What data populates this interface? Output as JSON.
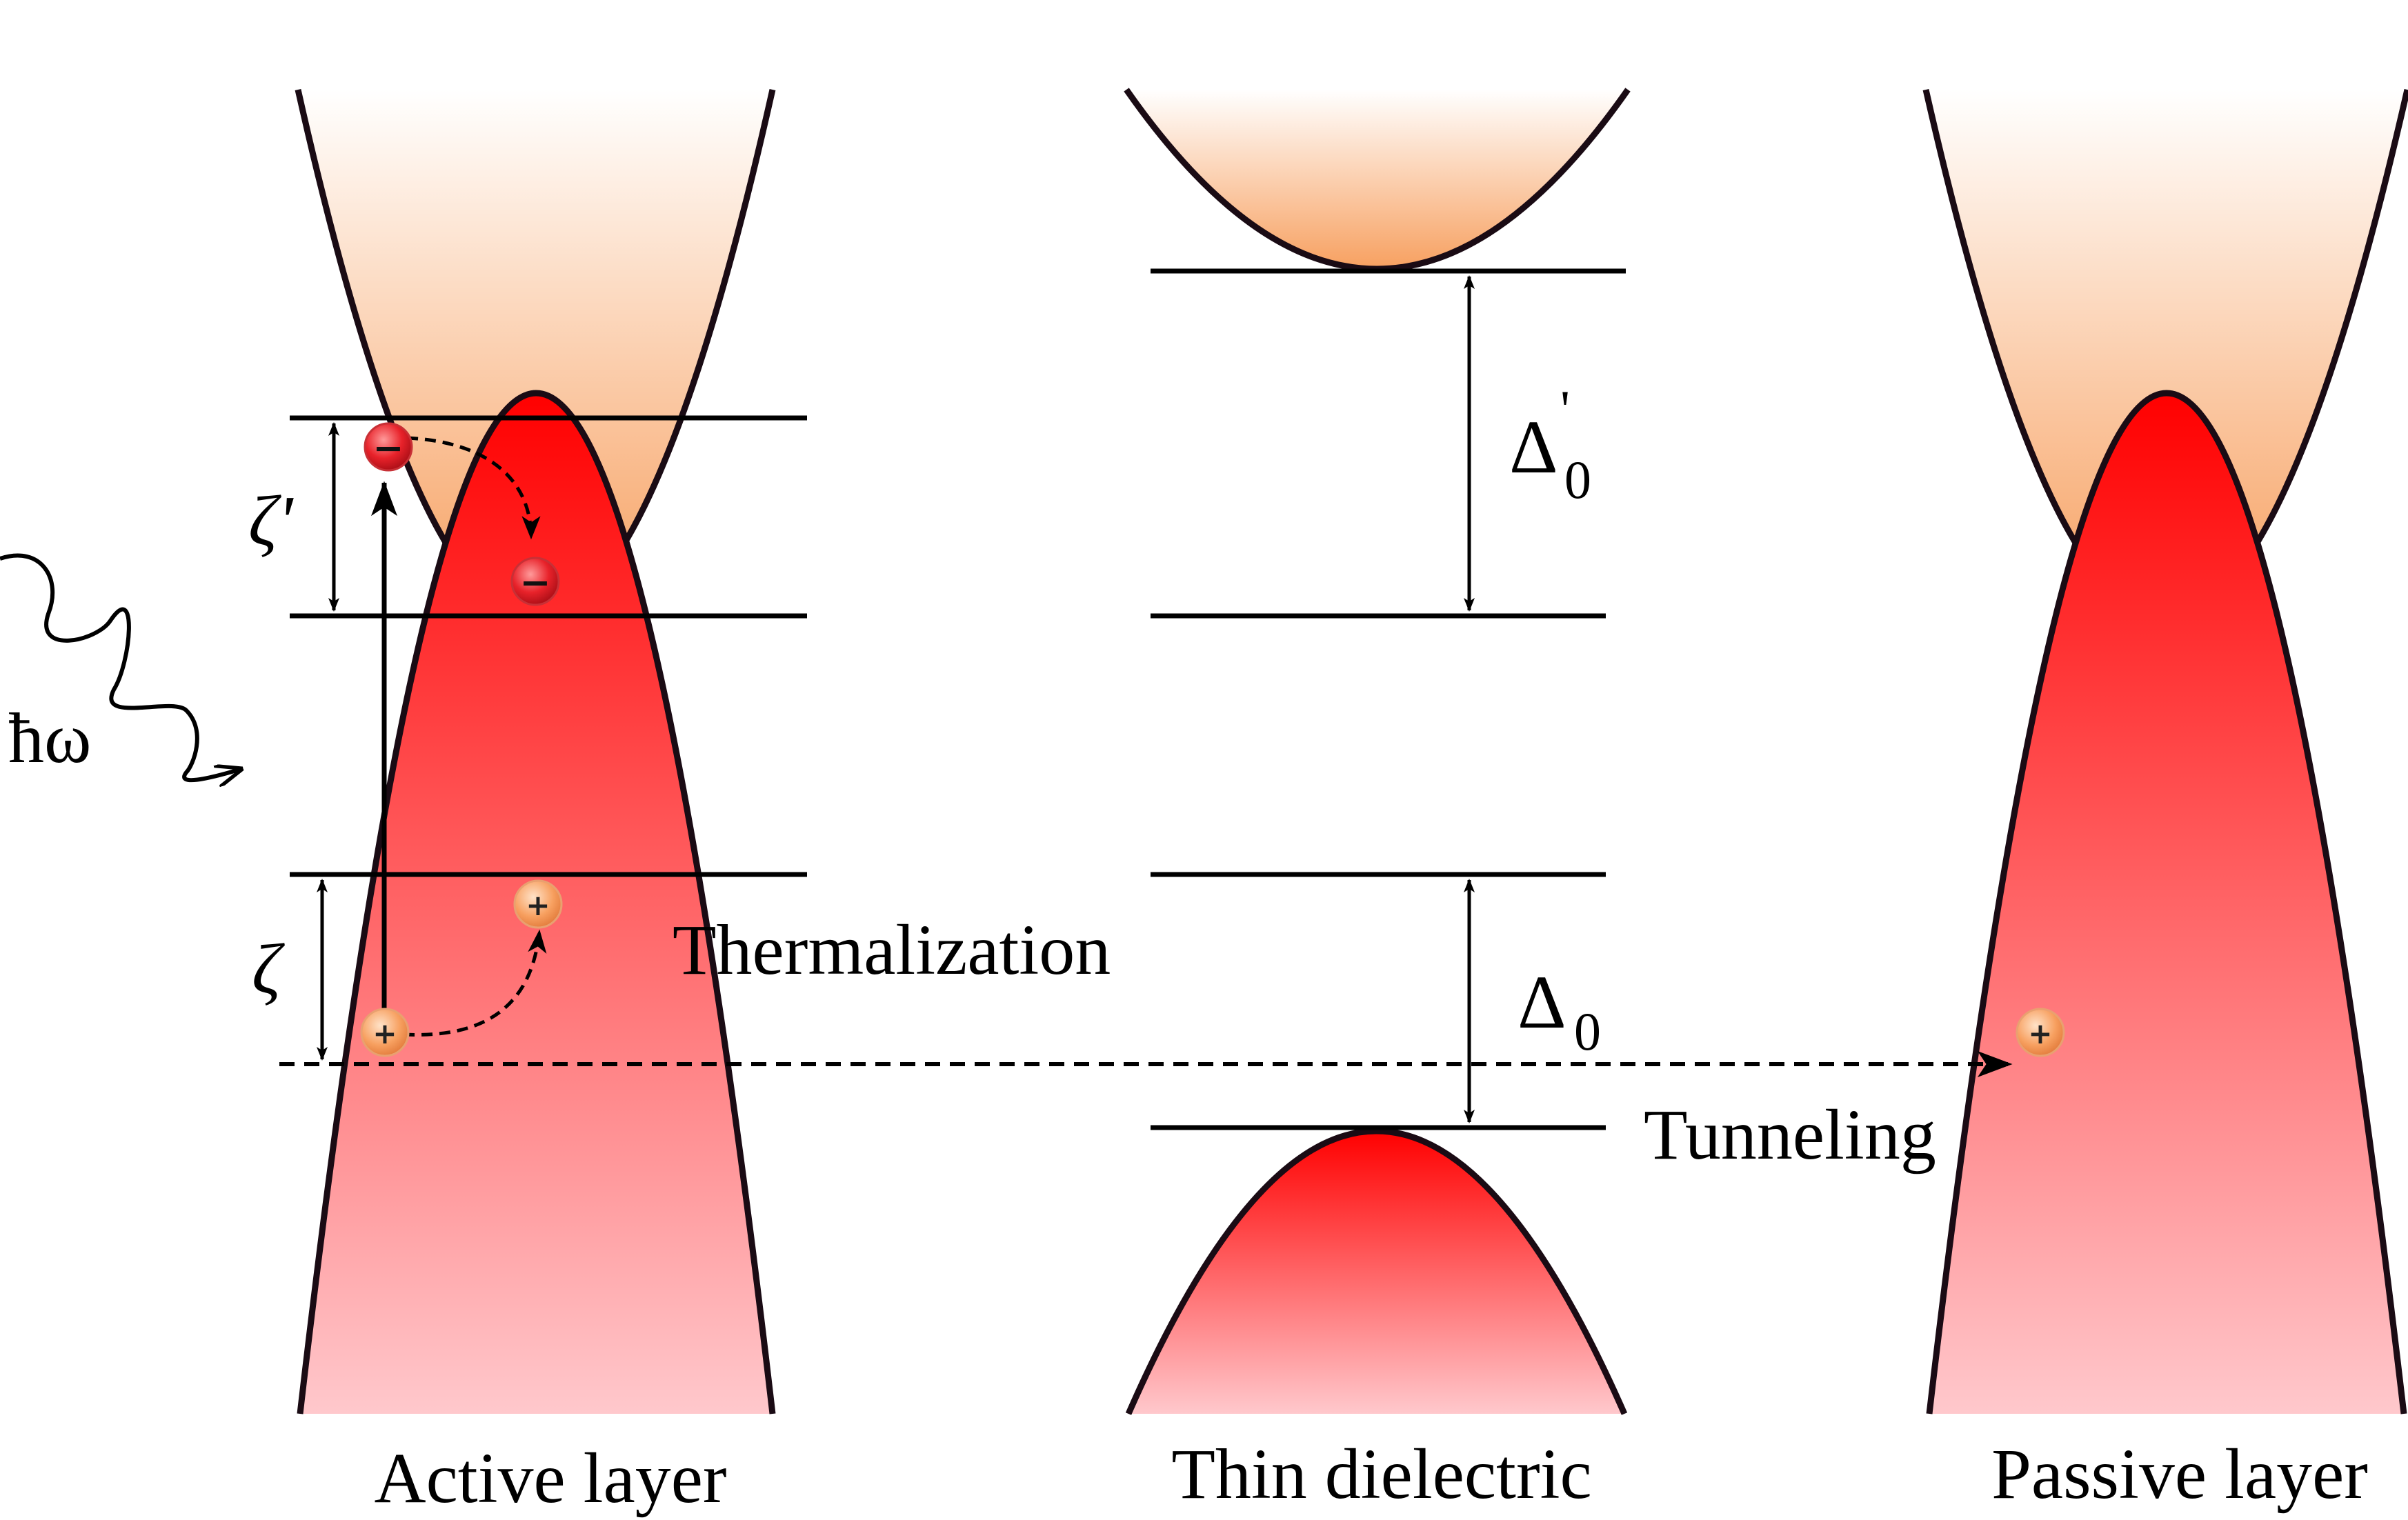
{
  "colors": {
    "conduction_band": "#f7a060",
    "valence_band": "#ff0000",
    "electron": "#e8222a",
    "hole": "#f7a060",
    "line": "#000000"
  },
  "regions": [
    {
      "key": "active",
      "caption": "Active layer"
    },
    {
      "key": "dielectric",
      "caption": "Thin dielectric"
    },
    {
      "key": "passive",
      "caption": "Passive layer"
    }
  ],
  "annotations": {
    "photon": "ħω",
    "thermalization": "Thermalization",
    "tunneling": "Tunneling",
    "zeta_prime": "ζ'",
    "zeta": "ζ",
    "delta_prime": {
      "base": "Δ",
      "prime": "'",
      "sub": "0"
    },
    "delta": {
      "base": "Δ",
      "sub": "0"
    }
  },
  "charges": {
    "electron_sign": "−",
    "hole_sign": "+"
  }
}
